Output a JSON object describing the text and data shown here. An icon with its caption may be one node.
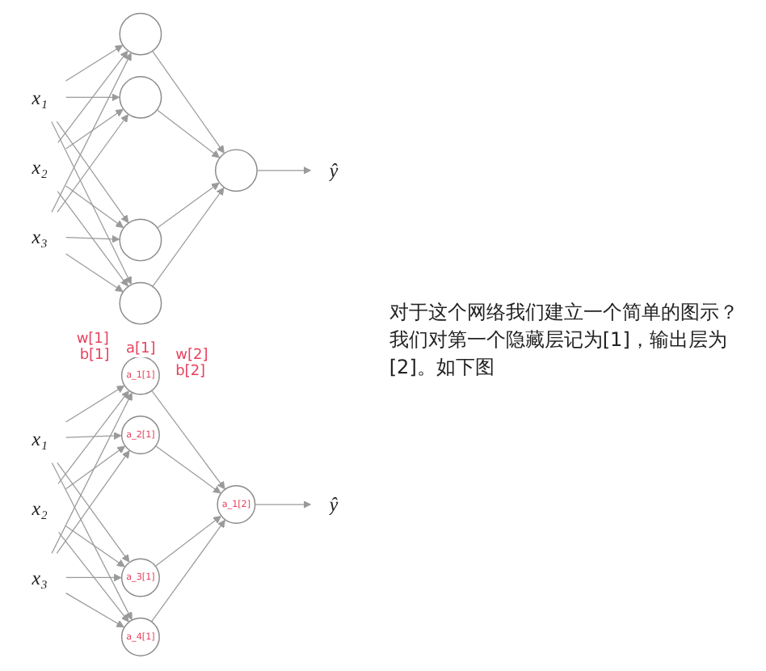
{
  "diagram": {
    "nodes": [
      {
        "text": [
          "x₁"
        ]
      },
      {
        "text": [
          "x₂"
        ]
      },
      {
        "text": [
          "x₃"
        ]
      },
      {
        "text": [],
        "shape": "circle"
      },
      {
        "text": [],
        "shape": "circle"
      },
      {
        "text": [],
        "shape": "circle"
      },
      {
        "text": [],
        "shape": "circle"
      },
      {
        "text": [],
        "shape": "circle"
      },
      {
        "text": [
          "ŷ"
        ]
      },
      {
        "text": [
          "x₁"
        ]
      },
      {
        "text": [
          "x₂"
        ]
      },
      {
        "text": [
          "x₃"
        ]
      },
      {
        "text": [
          "a_1[1]"
        ]
      },
      {
        "text": [
          "a_2[1]"
        ]
      },
      {
        "text": [
          "a_3[1]"
        ]
      },
      {
        "text": [
          "a_4[1]"
        ]
      },
      {
        "text": [
          "a_1[2]"
        ]
      },
      {
        "text": [
          "ŷ"
        ]
      }
    ],
    "edges": [
      {
        "from": 0,
        "to": 3,
        "arrow": "to"
      },
      {
        "from": 0,
        "to": 4,
        "arrow": "to"
      },
      {
        "from": 0,
        "to": 5,
        "arrow": "to"
      },
      {
        "from": 0,
        "to": 6,
        "arrow": "to"
      },
      {
        "from": 1,
        "to": 3,
        "arrow": "to"
      },
      {
        "from": 1,
        "to": 4,
        "arrow": "to"
      },
      {
        "from": 1,
        "to": 5,
        "arrow": "to"
      },
      {
        "from": 1,
        "to": 6,
        "arrow": "to"
      },
      {
        "from": 2,
        "to": 3,
        "arrow": "to"
      },
      {
        "from": 2,
        "to": 4,
        "arrow": "to"
      },
      {
        "from": 2,
        "to": 5,
        "arrow": "to"
      },
      {
        "from": 2,
        "to": 6,
        "arrow": "to"
      },
      {
        "from": 3,
        "to": 7,
        "arrow": "to"
      },
      {
        "from": 4,
        "to": 7,
        "arrow": "to"
      },
      {
        "from": 5,
        "to": 7,
        "arrow": "to"
      },
      {
        "from": 6,
        "to": 7,
        "arrow": "to"
      },
      {
        "from": 7,
        "to": 8,
        "arrow": "to"
      },
      {
        "from": 9,
        "to": 12,
        "arrow": "to"
      },
      {
        "from": 9,
        "to": 13,
        "arrow": "to"
      },
      {
        "from": 9,
        "to": 14,
        "arrow": "to"
      },
      {
        "from": 9,
        "to": 15,
        "arrow": "to"
      },
      {
        "from": 10,
        "to": 12,
        "arrow": "to"
      },
      {
        "from": 10,
        "to": 13,
        "arrow": "to"
      },
      {
        "from": 10,
        "to": 14,
        "arrow": "to"
      },
      {
        "from": 10,
        "to": 15,
        "arrow": "to"
      },
      {
        "from": 11,
        "to": 12,
        "arrow": "to"
      },
      {
        "from": 11,
        "to": 13,
        "arrow": "to"
      },
      {
        "from": 11,
        "to": 14,
        "arrow": "to"
      },
      {
        "from": 11,
        "to": 15,
        "arrow": "to"
      },
      {
        "from": 12,
        "to": 16,
        "arrow": "to"
      },
      {
        "from": 13,
        "to": 16,
        "arrow": "to"
      },
      {
        "from": 14,
        "to": 16,
        "arrow": "to"
      },
      {
        "from": 15,
        "to": 16,
        "arrow": "to"
      },
      {
        "from": 16,
        "to": 17,
        "arrow": "to"
      }
    ],
    "labels": [
      "对于这个网络我们建立一个简单的图示？我们对第一个隐藏层记为[1]，输出层为[2]。如下图",
      "a[1]",
      "w[1]",
      "b[1]",
      "w[2]",
      "b[2]"
    ]
  }
}
